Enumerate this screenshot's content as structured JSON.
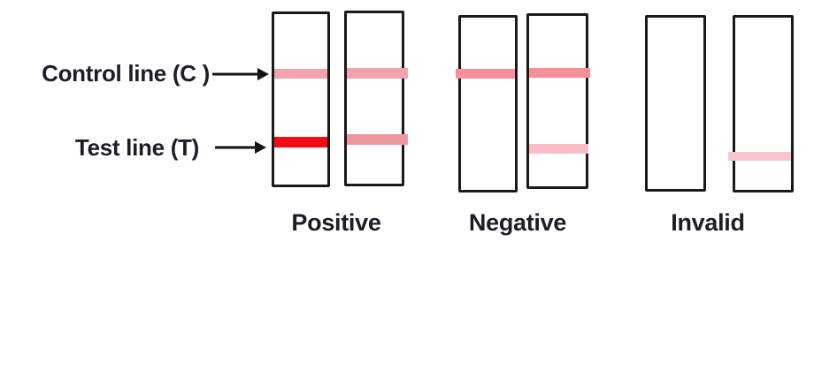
{
  "annotations": {
    "control_line": {
      "label": "Control line (C )"
    },
    "test_line": {
      "label": "Test line (T)"
    }
  },
  "groups": [
    {
      "label": "Positive"
    },
    {
      "label": "Negative"
    },
    {
      "label": "Invalid"
    }
  ],
  "strips": [
    {
      "id": "positive-1",
      "group": "Positive",
      "bands": [
        {
          "type": "control",
          "intensity": "medium",
          "color": "#f2a3ad"
        },
        {
          "type": "test",
          "intensity": "strong",
          "color": "#f50a14"
        }
      ]
    },
    {
      "id": "positive-2",
      "group": "Positive",
      "bands": [
        {
          "type": "control",
          "intensity": "medium",
          "color": "#f2a3ad"
        },
        {
          "type": "test",
          "intensity": "medium",
          "color": "#ee959d"
        }
      ]
    },
    {
      "id": "negative-1",
      "group": "Negative",
      "bands": [
        {
          "type": "control",
          "intensity": "medium",
          "color": "#f68f98"
        }
      ]
    },
    {
      "id": "negative-2",
      "group": "Negative",
      "bands": [
        {
          "type": "control",
          "intensity": "medium",
          "color": "#f68f98"
        },
        {
          "type": "test",
          "intensity": "faint",
          "color": "#f9bdc6"
        }
      ]
    },
    {
      "id": "invalid-1",
      "group": "Invalid",
      "bands": []
    },
    {
      "id": "invalid-2",
      "group": "Invalid",
      "bands": [
        {
          "type": "test",
          "intensity": "faint",
          "color": "#f7c5cc"
        }
      ]
    }
  ],
  "colors": {
    "border": "#1a1a1a",
    "text": "#1d1d26",
    "arrow": "#141414",
    "control_pink": "#f2a3ad",
    "test_red": "#f50a14",
    "test_salmon": "#ee959d",
    "control_salmon": "#f68f98",
    "test_faint_pink": "#f9bdc6",
    "test_faint_pink_2": "#f7c5cc"
  }
}
